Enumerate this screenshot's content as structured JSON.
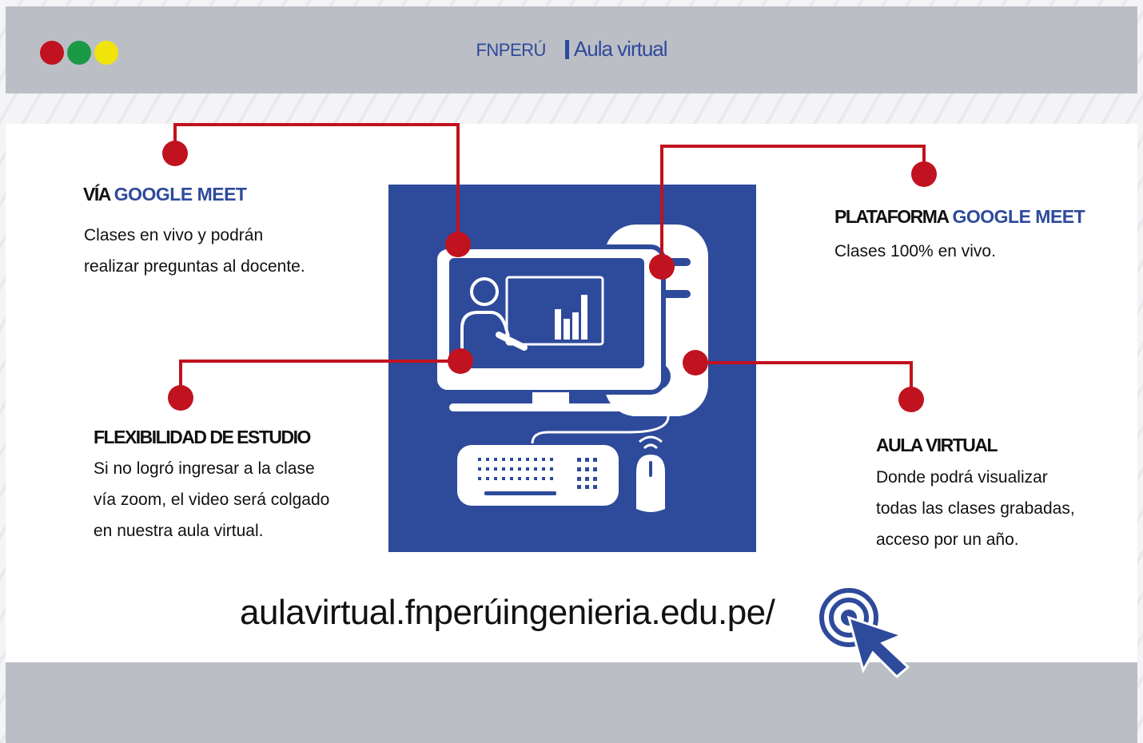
{
  "window": {
    "brand": "FNPERÚ",
    "subtitle": "Aula virtual",
    "controls": [
      "close-dot",
      "maximize-dot",
      "minimize-dot"
    ]
  },
  "features": [
    {
      "heading_prefix": "VÍA",
      "heading_highlight": "GOOGLE MEET",
      "body": [
        "Clases en vivo y podrán",
        "realizar preguntas al docente."
      ]
    },
    {
      "heading_prefix": "PLATAFORMA",
      "heading_highlight": "GOOGLE MEET",
      "body": [
        "Clases 100% en vivo."
      ]
    },
    {
      "heading_prefix": "FLEXIBILIDAD DE ESTUDIO",
      "heading_highlight": "",
      "body": [
        "Si no logró ingresar a la clase",
        "vía zoom, el video será colgado",
        "en nuestra aula virtual."
      ]
    },
    {
      "heading_prefix": "AULA VIRTUAL",
      "heading_highlight": "",
      "body": [
        "Donde podrá visualizar",
        "todas las clases grabadas,",
        "acceso por un año."
      ]
    }
  ],
  "url": "aulavirtual.fnperúingenieria.edu.pe/",
  "icons": [
    "computer-teacher-icon",
    "keyboard-icon",
    "wireless-mouse-icon",
    "click-cursor-icon"
  ],
  "colors": {
    "accent_blue": "#2e4a9b",
    "accent_red": "#c1121f",
    "green": "#1a9a45",
    "yellow": "#f1e40c",
    "bar_gray": "#bcbec6"
  }
}
